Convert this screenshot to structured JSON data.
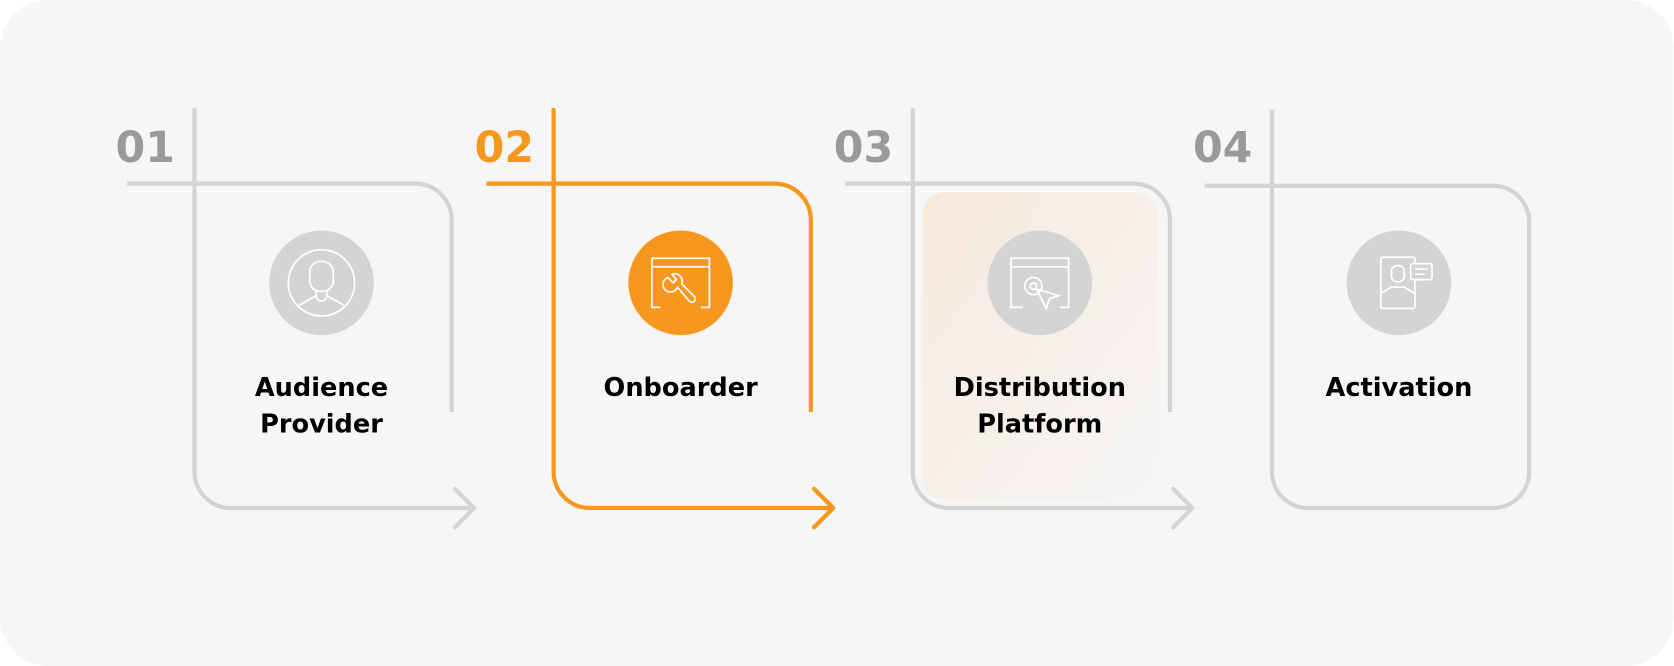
{
  "colors": {
    "background": "#f6f6f6",
    "inactive_line": "#d4d4d4",
    "inactive_number": "#9a9a9a",
    "inactive_icon_circle": "#d4d4d4",
    "active": "#f7971e"
  },
  "steps": [
    {
      "number": "01",
      "title_line1": "Audience",
      "title_line2": "Provider",
      "icon": "user-avatar-icon",
      "active": false,
      "arrow": true
    },
    {
      "number": "02",
      "title_line1": "Onboarder",
      "title_line2": "",
      "icon": "browser-wrench-icon",
      "active": true,
      "arrow": true
    },
    {
      "number": "03",
      "title_line1": "Distribution",
      "title_line2": "Platform",
      "icon": "browser-click-icon",
      "active": false,
      "arrow": true
    },
    {
      "number": "04",
      "title_line1": "Activation",
      "title_line2": "",
      "icon": "profile-chat-icon",
      "active": false,
      "arrow": false
    }
  ]
}
